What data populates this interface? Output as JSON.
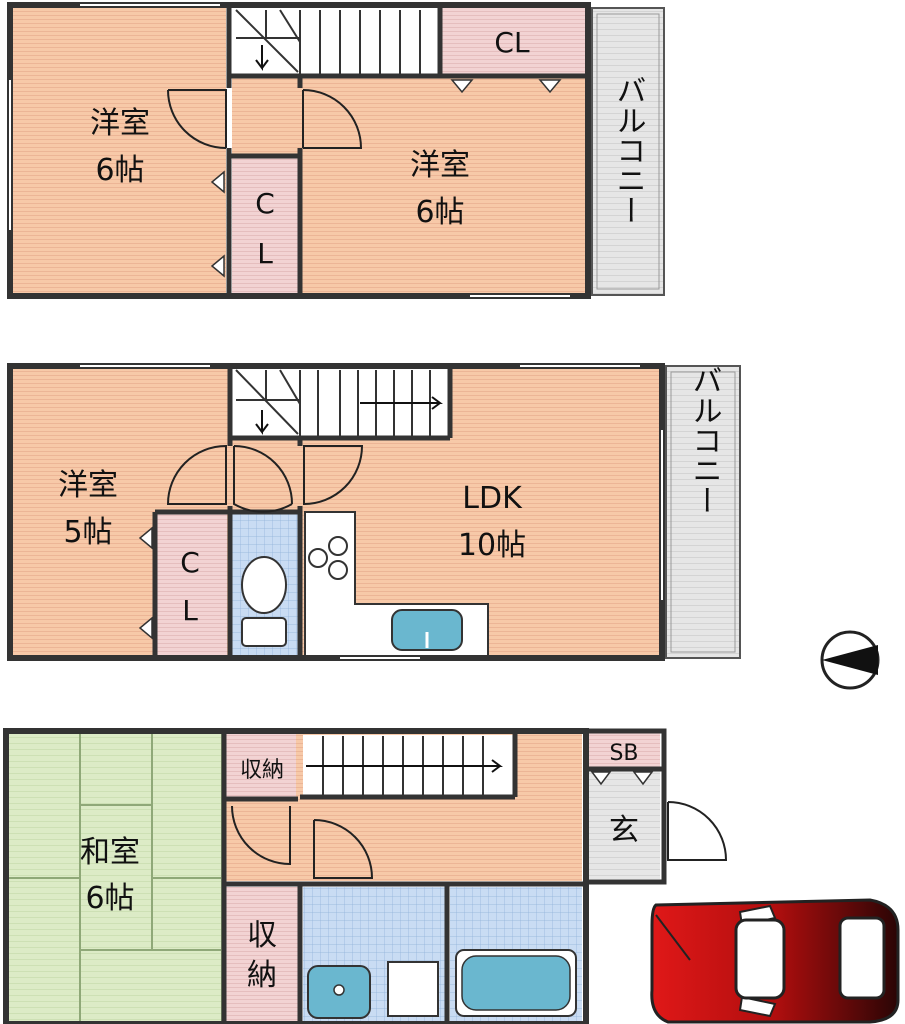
{
  "floors": {
    "third": {
      "bedroom_left": {
        "name": "洋室",
        "size": "6帖"
      },
      "bedroom_right": {
        "name": "洋室",
        "size": "6帖"
      },
      "closet_top": "CL",
      "closet_mid": [
        "C",
        "L"
      ],
      "balcony": "バルコニー"
    },
    "second": {
      "bedroom": {
        "name": "洋室",
        "size": "5帖"
      },
      "closet": [
        "C",
        "L"
      ],
      "ldk": {
        "name": "LDK",
        "size": "10帖"
      },
      "balcony": "バルコニー"
    },
    "first": {
      "japanese_room": {
        "name": "和室",
        "size": "6帖"
      },
      "storage_top": "収納",
      "storage_bottom": [
        "収",
        "納"
      ],
      "shoe_box": "SB",
      "entrance": "玄"
    }
  },
  "colors": {
    "floor": "#f7c9a8",
    "closet": "#f2d3d3",
    "tile": "#c9dcf3",
    "tatami": "#dcebc6",
    "balcony": "#e6e6e6",
    "wall": "#333333",
    "car": "#d11010",
    "sink": "#6ab7cf"
  }
}
